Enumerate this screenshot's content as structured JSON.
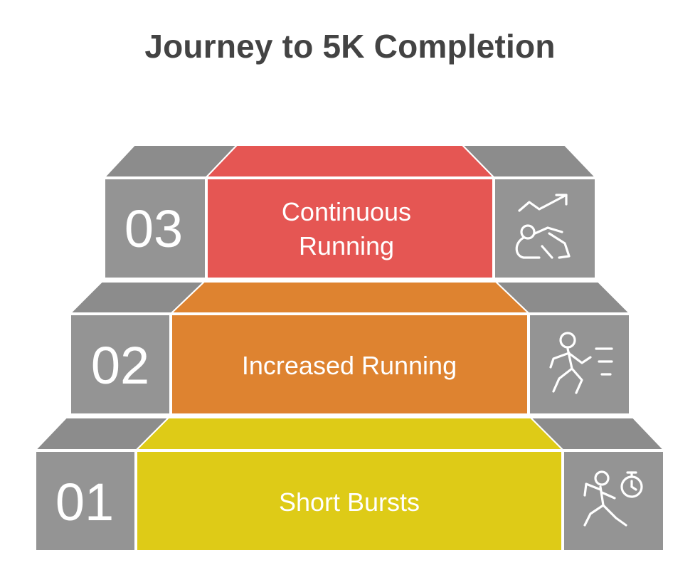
{
  "title": "Journey to 5K Completion",
  "steps": [
    {
      "number": "01",
      "label_lines": [
        "Short Bursts"
      ],
      "color": "#DECB17",
      "icon": "runner-stopwatch-icon"
    },
    {
      "number": "02",
      "label_lines": [
        "Increased Running"
      ],
      "color": "#DE8330",
      "icon": "running-person-icon"
    },
    {
      "number": "03",
      "label_lines": [
        "Continuous",
        "Running"
      ],
      "color": "#E55653",
      "icon": "progress-runner-icon"
    }
  ],
  "side_color": "#949494",
  "top_color": "#8C8C8C"
}
